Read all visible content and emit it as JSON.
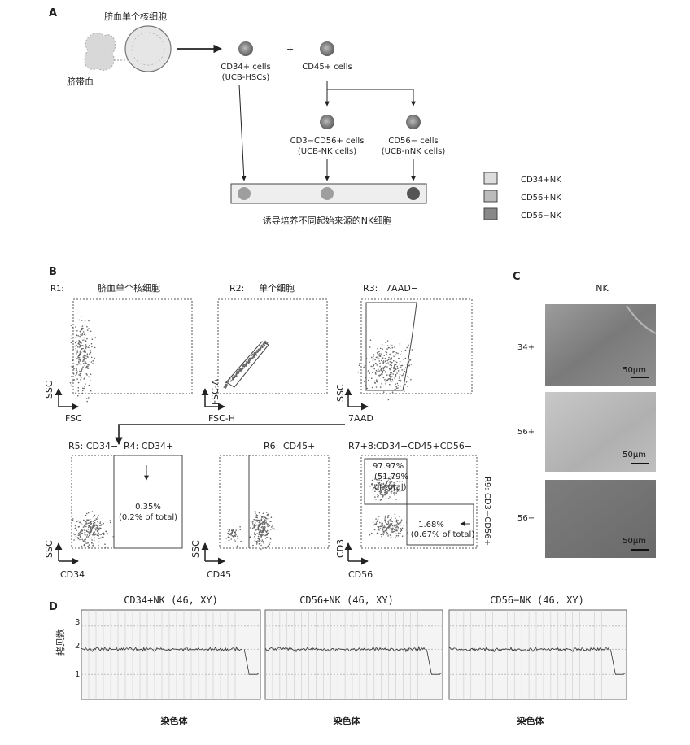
{
  "panel_a": {
    "letter": "A",
    "ucb_mnc_label": "脐血单个核细胞",
    "cord_blood_label": "脐带血",
    "plus": "+",
    "hsc_label_line1": "CD34+ cells",
    "hsc_label_line2": "(UCB-HSCs)",
    "cd45_label": "CD45+ cells",
    "nk_label_line1": "CD3−CD56+ cells",
    "nk_label_line2": "(UCB-NK cells)",
    "nnk_label_line1": "CD56− cells",
    "nnk_label_line2": "(UCB-nNK cells)",
    "culture_caption": "诱导培养不同起始来源的NK细胞",
    "legend": [
      "CD34+NK",
      "CD56+NK",
      "CD56−NK"
    ]
  },
  "panel_b": {
    "letter": "B",
    "gates": [
      {
        "gate": "R1:",
        "title": "脐血单个核细胞",
        "x_axis": "FSC",
        "y_axis": "SSC"
      },
      {
        "gate": "R2:",
        "title": "单个细胞",
        "x_axis": "FSC-H",
        "y_axis": "FSC-A"
      },
      {
        "gate": "R3:",
        "title": "7AAD−",
        "x_axis": "7AAD",
        "y_axis": "SSC"
      },
      {
        "gate": "R5: CD34−",
        "title": "R4: CD34+",
        "x_axis": "CD34",
        "y_axis": "SSC",
        "percent": "0.35%",
        "percent_total": "(0.2% of total)"
      },
      {
        "gate": "R6:",
        "title": "CD45+",
        "x_axis": "CD45",
        "y_axis": "SSC"
      },
      {
        "gate": "R7+8:",
        "title": "CD34−CD45+CD56−",
        "x_axis": "CD56",
        "y_axis": "CD3",
        "upper_pct": "97.97%",
        "upper_total_1": "(51.79%",
        "upper_total_2": "of total)",
        "lower_pct": "1.68%",
        "lower_total": "(0.67% of total)",
        "side_label": "R9: CD3−CD56+"
      }
    ]
  },
  "panel_c": {
    "letter": "C",
    "title": "NK",
    "rows": [
      {
        "label": "34+",
        "scale": "50μm"
      },
      {
        "label": "56+",
        "scale": "50μm"
      },
      {
        "label": "56−",
        "scale": "50μm"
      }
    ]
  },
  "panel_d": {
    "letter": "D",
    "y_label": "拷贝数",
    "x_label": "染色体",
    "ticks": [
      "3",
      "2",
      "1"
    ],
    "karyotypes": [
      {
        "title": "CD34+NK (46, XY)"
      },
      {
        "title": "CD56+NK (46, XY)"
      },
      {
        "title": "CD56−NK (46, XY)"
      }
    ]
  },
  "colors": {
    "ink": "#222222",
    "micrograph": "#8a8a8a",
    "micrograph_light": "#bdbdbd",
    "dots": "#666666"
  }
}
